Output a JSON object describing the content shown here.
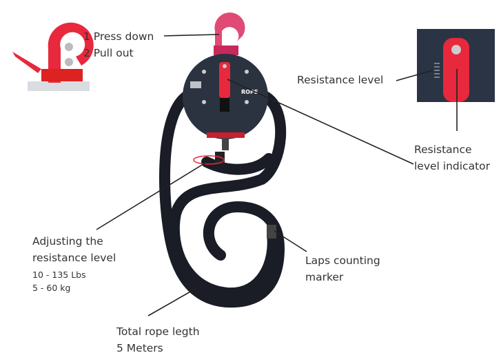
{
  "hook_instructions": {
    "step1": "1 Press down",
    "step2": "2 Pull out"
  },
  "resistance_level": {
    "label": "Resistance level"
  },
  "resistance_indicator": {
    "line1": "Resistance",
    "line2": "level indicator"
  },
  "adjusting": {
    "line1": "Adjusting the",
    "line2": "resistance level",
    "range_lbs": "10 - 135 Lbs",
    "range_kg": "5 - 60 kg"
  },
  "laps_marker": {
    "line1": "Laps counting",
    "line2": "marker"
  },
  "rope_length": {
    "line1": "Total rope legth",
    "line2": "5 Meters"
  },
  "device_logo": "ROPE",
  "colors": {
    "accent_red": "#e8283c",
    "device_body": "#2b3340",
    "rope": "#1a1d26",
    "text": "#333333"
  }
}
